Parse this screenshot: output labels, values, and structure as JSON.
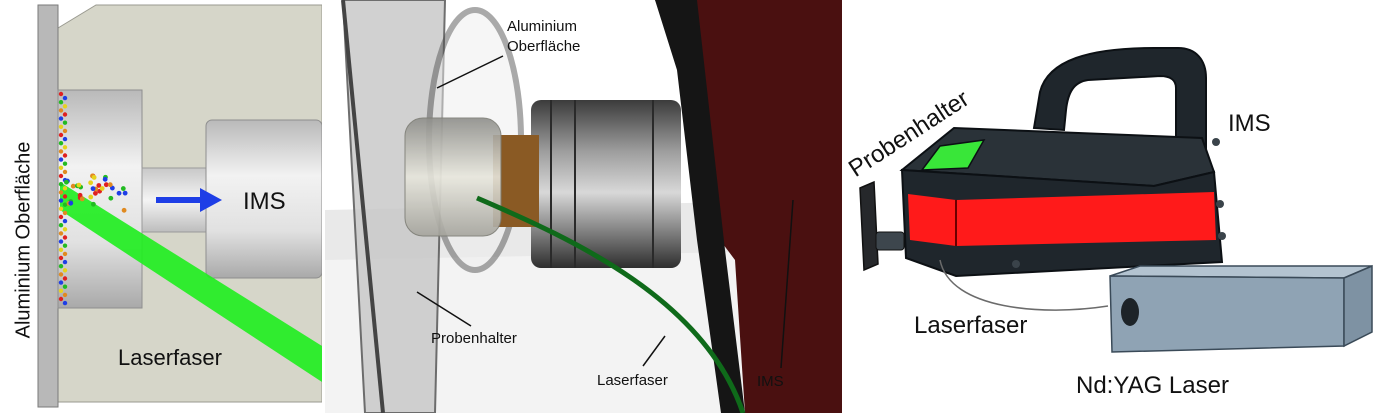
{
  "panel_left": {
    "surface_label": "Aluminium Oberfläche",
    "ims_label": "IMS",
    "fiber_label": "Laserfaser"
  },
  "panel_middle": {
    "surface_label_line1": "Aluminium",
    "surface_label_line2": "Oberfläche",
    "holder_label": "Probenhalter",
    "fiber_label": "Laserfaser",
    "ims_label": "IMS"
  },
  "panel_right": {
    "holder_label": "Probenhalter",
    "ims_label": "IMS",
    "fiber_label": "Laserfaser",
    "laser_label": "Nd:YAG Laser"
  },
  "colors": {
    "fiber_green": "#22ee22",
    "arrow_blue": "#1e3ee6",
    "ims_red": "#ff1a1a",
    "device_dark": "#1f262c",
    "laser_box": "#8fa3b4",
    "housing_dark_red": "#4a1010"
  }
}
